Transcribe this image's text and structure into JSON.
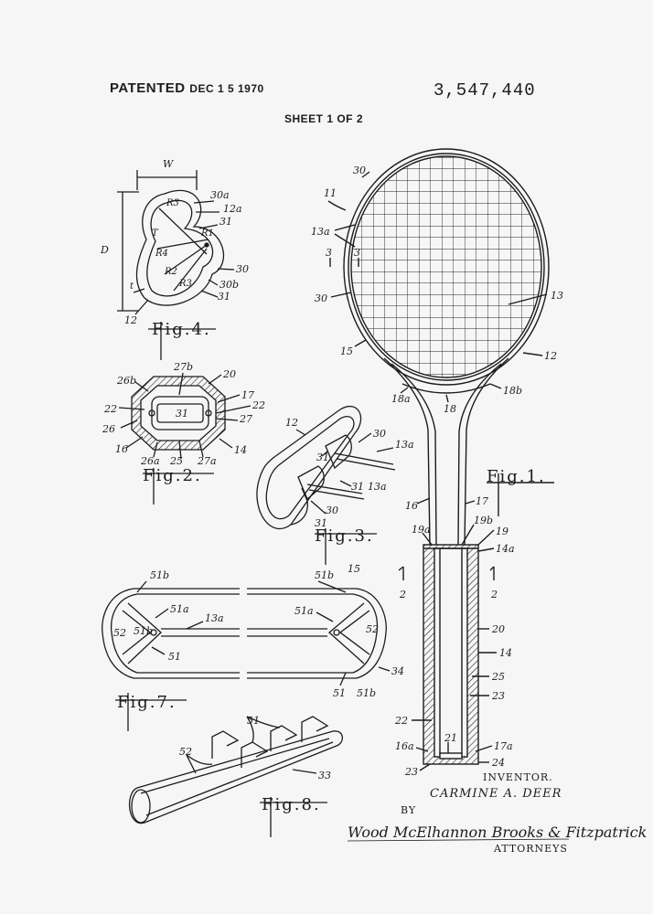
{
  "header": {
    "patented_label": "PATENTED",
    "date": "DEC 1 5 1970",
    "patent_number": "3,547,440",
    "sheet": "SHEET 1 OF 2"
  },
  "figures": {
    "fig1": "Fig.1.",
    "fig2": "Fig.2.",
    "fig3": "Fig.3.",
    "fig4": "Fig.4.",
    "fig7": "Fig.7.",
    "fig8": "Fig.8."
  },
  "fig1_labels": {
    "n11": "11",
    "n30a": "30",
    "n30b": "30",
    "n13a": "13a",
    "n3a": "3",
    "n3b": "3",
    "n13": "13",
    "n15": "15",
    "n12": "12",
    "n18a": "18a",
    "n18": "18",
    "n18b": "18b",
    "n16": "16",
    "n17": "17",
    "n19a": "19a",
    "n19b": "19b",
    "n19": "19",
    "n14a": "14a",
    "n2a": "2",
    "n2b": "2",
    "n20": "20",
    "n14": "14",
    "n25": "25",
    "n23a": "23",
    "n22": "22",
    "n21": "21",
    "n16a": "16a",
    "n17a": "17a",
    "n24": "24",
    "n23b": "23"
  },
  "fig2_labels": {
    "n26b": "26b",
    "n27b": "27b",
    "n20": "20",
    "n17": "17",
    "n22a": "22",
    "n22b": "22",
    "n31": "31",
    "n27": "27",
    "n26": "26",
    "n16": "16",
    "n26a": "26a",
    "n25": "25",
    "n27a": "27a",
    "n14": "14"
  },
  "fig3_labels": {
    "n12": "12",
    "n30a": "30",
    "n13a": "13a",
    "n31a": "31",
    "n31b": "31",
    "n13a2": "13a",
    "n30b": "30",
    "n31c": "31"
  },
  "fig4_labels": {
    "W": "W",
    "D": "D",
    "n30a": "30a",
    "n12a": "12a",
    "n31a": "31",
    "R3a": "R3",
    "T": "T",
    "R1": "R1",
    "R4": "R4",
    "R2": "R2",
    "n30": "30",
    "t": "t",
    "R3b": "R3",
    "n30b": "30b",
    "n31b": "31",
    "n12": "12"
  },
  "fig7_labels": {
    "n51b_a": "51b",
    "n51a_a": "51a",
    "n13a": "13a",
    "n52a": "52",
    "n51b_b": "51b",
    "n51a": "51",
    "n51b_c": "51b",
    "n15": "15",
    "n51a_b": "51a",
    "n52b": "52",
    "n34": "34",
    "n51b": "51",
    "n51b_d": "51b"
  },
  "fig8_labels": {
    "n51": "51",
    "n52": "52",
    "n33": "33"
  },
  "inventor": {
    "label": "INVENTOR.",
    "name": "CARMINE A. DEER",
    "by": "BY",
    "signature": "Wood McElhannon Brooks & Fitzpatrick",
    "attorneys": "ATTORNEYS"
  }
}
